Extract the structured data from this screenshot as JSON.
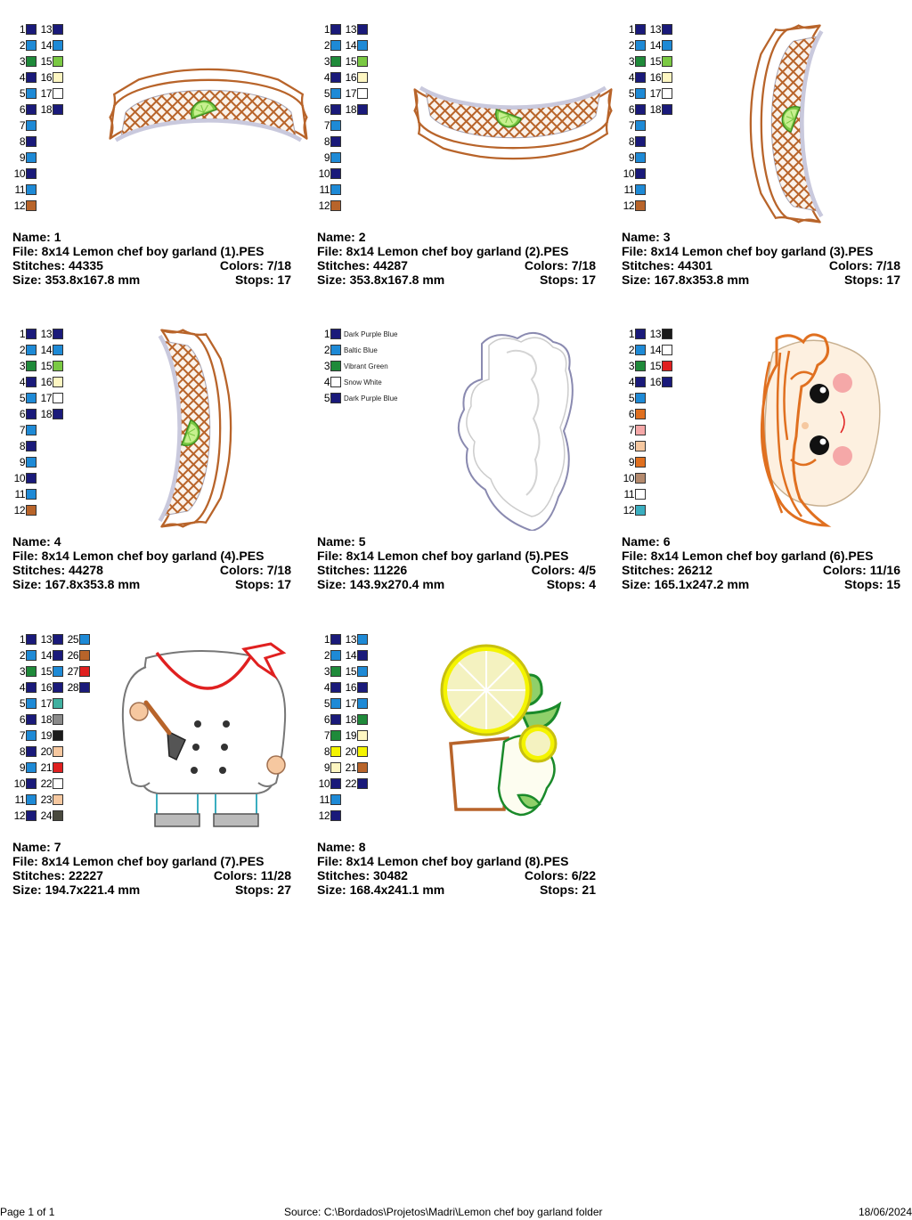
{
  "colors": {
    "navy": "#1a1a7a",
    "cyan": "#1e8ad6",
    "green": "#1f8a3a",
    "lime": "#7ac943",
    "cream": "#fdf6c2",
    "white": "#ffffff",
    "brown": "#b8642a",
    "black": "#1a1a1a",
    "red": "#e02020",
    "orange": "#e07020",
    "pink": "#f5a8a8",
    "peach": "#f6c8a0",
    "tan": "#b48a6e",
    "teal": "#3aaec0",
    "gray": "#8a8a8a",
    "darkgray": "#4a4a3e",
    "yellow": "#f4f400",
    "mint": "#40b0a0"
  },
  "labels": {
    "name": "Name:",
    "file": "File:",
    "stitches": "Stitches:",
    "colors": "Colors:",
    "size": "Size:",
    "stops": "Stops:"
  },
  "designs": [
    {
      "name": "1",
      "file": "8x14 Lemon chef boy garland (1).PES",
      "stitches": "44335",
      "colors": "7/18",
      "size": "353.8x167.8 mm",
      "stops": "17",
      "art": "wave-arc-up",
      "palette": [
        [
          "1",
          "navy"
        ],
        [
          "2",
          "cyan"
        ],
        [
          "3",
          "green"
        ],
        [
          "4",
          "navy"
        ],
        [
          "5",
          "cyan"
        ],
        [
          "6",
          "navy"
        ],
        [
          "7",
          "cyan"
        ],
        [
          "8",
          "navy"
        ],
        [
          "9",
          "cyan"
        ],
        [
          "10",
          "navy"
        ],
        [
          "11",
          "cyan"
        ],
        [
          "12",
          "brown"
        ],
        [
          "13",
          "navy"
        ],
        [
          "14",
          "cyan"
        ],
        [
          "15",
          "lime"
        ],
        [
          "16",
          "cream"
        ],
        [
          "17",
          "white"
        ],
        [
          "18",
          "navy"
        ]
      ]
    },
    {
      "name": "2",
      "file": "8x14 Lemon chef boy garland (2).PES",
      "stitches": "44287",
      "colors": "7/18",
      "size": "353.8x167.8 mm",
      "stops": "17",
      "art": "wave-arc-down",
      "palette": [
        [
          "1",
          "navy"
        ],
        [
          "2",
          "cyan"
        ],
        [
          "3",
          "green"
        ],
        [
          "4",
          "navy"
        ],
        [
          "5",
          "cyan"
        ],
        [
          "6",
          "navy"
        ],
        [
          "7",
          "cyan"
        ],
        [
          "8",
          "navy"
        ],
        [
          "9",
          "cyan"
        ],
        [
          "10",
          "navy"
        ],
        [
          "11",
          "cyan"
        ],
        [
          "12",
          "brown"
        ],
        [
          "13",
          "navy"
        ],
        [
          "14",
          "cyan"
        ],
        [
          "15",
          "lime"
        ],
        [
          "16",
          "cream"
        ],
        [
          "17",
          "white"
        ],
        [
          "18",
          "navy"
        ]
      ]
    },
    {
      "name": "3",
      "file": "8x14 Lemon chef boy garland (3).PES",
      "stitches": "44301",
      "colors": "7/18",
      "size": "167.8x353.8 mm",
      "stops": "17",
      "art": "wave-arc-right",
      "palette": [
        [
          "1",
          "navy"
        ],
        [
          "2",
          "cyan"
        ],
        [
          "3",
          "green"
        ],
        [
          "4",
          "navy"
        ],
        [
          "5",
          "cyan"
        ],
        [
          "6",
          "navy"
        ],
        [
          "7",
          "cyan"
        ],
        [
          "8",
          "navy"
        ],
        [
          "9",
          "cyan"
        ],
        [
          "10",
          "navy"
        ],
        [
          "11",
          "cyan"
        ],
        [
          "12",
          "brown"
        ],
        [
          "13",
          "navy"
        ],
        [
          "14",
          "cyan"
        ],
        [
          "15",
          "lime"
        ],
        [
          "16",
          "cream"
        ],
        [
          "17",
          "white"
        ],
        [
          "18",
          "navy"
        ]
      ]
    },
    {
      "name": "4",
      "file": "8x14 Lemon chef boy garland (4).PES",
      "stitches": "44278",
      "colors": "7/18",
      "size": "167.8x353.8 mm",
      "stops": "17",
      "art": "wave-arc-left",
      "palette": [
        [
          "1",
          "navy"
        ],
        [
          "2",
          "cyan"
        ],
        [
          "3",
          "green"
        ],
        [
          "4",
          "navy"
        ],
        [
          "5",
          "cyan"
        ],
        [
          "6",
          "navy"
        ],
        [
          "7",
          "cyan"
        ],
        [
          "8",
          "navy"
        ],
        [
          "9",
          "cyan"
        ],
        [
          "10",
          "navy"
        ],
        [
          "11",
          "cyan"
        ],
        [
          "12",
          "brown"
        ],
        [
          "13",
          "navy"
        ],
        [
          "14",
          "cyan"
        ],
        [
          "15",
          "lime"
        ],
        [
          "16",
          "cream"
        ],
        [
          "17",
          "white"
        ],
        [
          "18",
          "navy"
        ]
      ]
    },
    {
      "name": "5",
      "file": "8x14 Lemon chef boy garland (5).PES",
      "stitches": "11226",
      "colors": "4/5",
      "size": "143.9x270.4 mm",
      "stops": "4",
      "art": "chef-hat",
      "palette": [
        [
          "1",
          "navy",
          "Dark Purple Blue"
        ],
        [
          "2",
          "cyan",
          "Baltic Blue"
        ],
        [
          "3",
          "green",
          "Vibrant Green"
        ],
        [
          "4",
          "white",
          "Snow White"
        ],
        [
          "5",
          "navy",
          "Dark Purple Blue"
        ]
      ]
    },
    {
      "name": "6",
      "file": "8x14 Lemon chef boy garland (6).PES",
      "stitches": "26212",
      "colors": "11/16",
      "size": "165.1x247.2 mm",
      "stops": "15",
      "art": "boy-face",
      "palette": [
        [
          "1",
          "navy"
        ],
        [
          "2",
          "cyan"
        ],
        [
          "3",
          "green"
        ],
        [
          "4",
          "navy"
        ],
        [
          "5",
          "cyan"
        ],
        [
          "6",
          "orange"
        ],
        [
          "7",
          "pink"
        ],
        [
          "8",
          "peach"
        ],
        [
          "9",
          "orange"
        ],
        [
          "10",
          "tan"
        ],
        [
          "11",
          "white"
        ],
        [
          "12",
          "teal"
        ],
        [
          "13",
          "black"
        ],
        [
          "14",
          "white"
        ],
        [
          "15",
          "red"
        ],
        [
          "16",
          "navy"
        ]
      ]
    },
    {
      "name": "7",
      "file": "8x14 Lemon chef boy garland (7).PES",
      "stitches": "22227",
      "colors": "11/28",
      "size": "194.7x221.4 mm",
      "stops": "27",
      "art": "chef-body",
      "palette": [
        [
          "1",
          "navy"
        ],
        [
          "2",
          "cyan"
        ],
        [
          "3",
          "green"
        ],
        [
          "4",
          "navy"
        ],
        [
          "5",
          "cyan"
        ],
        [
          "6",
          "navy"
        ],
        [
          "7",
          "cyan"
        ],
        [
          "8",
          "navy"
        ],
        [
          "9",
          "cyan"
        ],
        [
          "10",
          "navy"
        ],
        [
          "11",
          "cyan"
        ],
        [
          "12",
          "navy"
        ],
        [
          "13",
          "navy"
        ],
        [
          "14",
          "navy"
        ],
        [
          "15",
          "cyan"
        ],
        [
          "16",
          "navy"
        ],
        [
          "17",
          "mint"
        ],
        [
          "18",
          "gray"
        ],
        [
          "19",
          "black"
        ],
        [
          "20",
          "peach"
        ],
        [
          "21",
          "red"
        ],
        [
          "22",
          "white"
        ],
        [
          "23",
          "peach"
        ],
        [
          "24",
          "darkgray"
        ],
        [
          "25",
          "cyan"
        ],
        [
          "26",
          "brown"
        ],
        [
          "27",
          "red"
        ],
        [
          "28",
          "navy"
        ]
      ]
    },
    {
      "name": "8",
      "file": "8x14 Lemon chef boy garland (8).PES",
      "stitches": "30482",
      "colors": "6/22",
      "size": "168.4x241.1 mm",
      "stops": "21",
      "art": "lemons",
      "palette": [
        [
          "1",
          "navy"
        ],
        [
          "2",
          "cyan"
        ],
        [
          "3",
          "green"
        ],
        [
          "4",
          "navy"
        ],
        [
          "5",
          "cyan"
        ],
        [
          "6",
          "navy"
        ],
        [
          "7",
          "green"
        ],
        [
          "8",
          "yellow"
        ],
        [
          "9",
          "cream"
        ],
        [
          "10",
          "navy"
        ],
        [
          "11",
          "cyan"
        ],
        [
          "12",
          "navy"
        ],
        [
          "13",
          "cyan"
        ],
        [
          "14",
          "navy"
        ],
        [
          "15",
          "cyan"
        ],
        [
          "16",
          "navy"
        ],
        [
          "17",
          "cyan"
        ],
        [
          "18",
          "green"
        ],
        [
          "19",
          "cream"
        ],
        [
          "20",
          "yellow"
        ],
        [
          "21",
          "brown"
        ],
        [
          "22",
          "navy"
        ]
      ]
    }
  ],
  "footer": {
    "page": "Page 1 of 1",
    "source": "Source: C:\\Bordados\\Projetos\\Madri\\Lemon chef boy garland folder",
    "date": "18/06/2024"
  }
}
